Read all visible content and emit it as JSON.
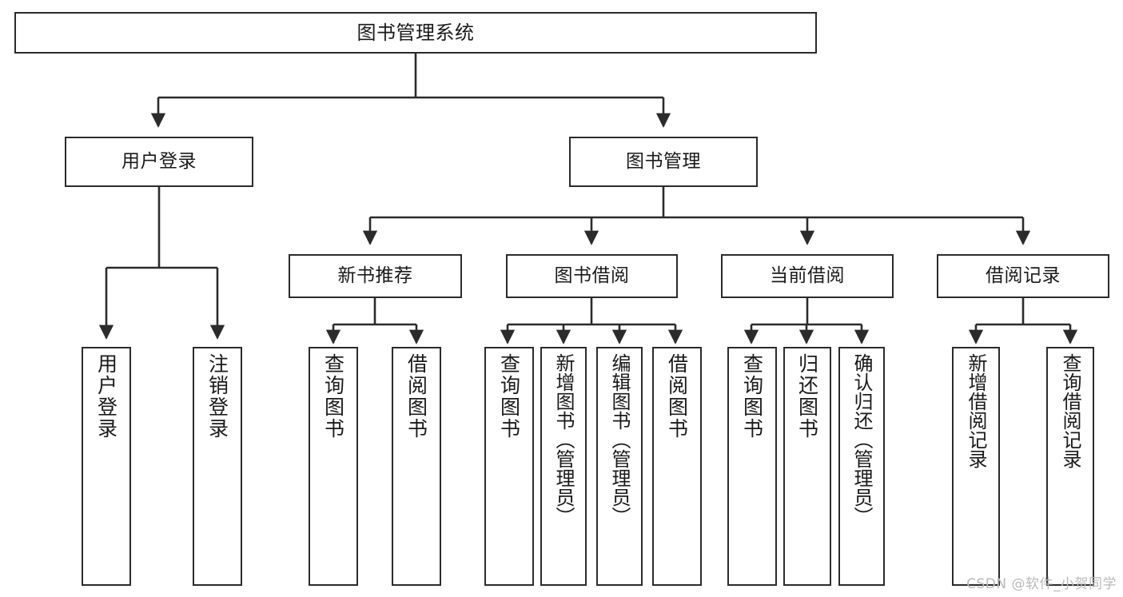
{
  "diagram": {
    "type": "tree-hierarchy",
    "title": "图书管理系统",
    "watermark": "CSDN @软件_小贺同学",
    "line_color": "#2b2b2b",
    "box_fill": "#ffffff",
    "text_color": "#1a1a1a",
    "root": {
      "label": "图书管理系统"
    },
    "level1": [
      {
        "label": "用户登录"
      },
      {
        "label": "图书管理"
      }
    ],
    "level2": [
      {
        "label": "新书推荐"
      },
      {
        "label": "图书借阅"
      },
      {
        "label": "当前借阅"
      },
      {
        "label": "借阅记录"
      }
    ],
    "leaves": {
      "user_login": [
        {
          "label": "用户登录"
        },
        {
          "label": "注销登录"
        }
      ],
      "new_book_recommend": [
        {
          "label": "查询图书"
        },
        {
          "label": "借阅图书"
        }
      ],
      "book_borrow": [
        {
          "label": "查询图书"
        },
        {
          "label": "新增图书（管理员）"
        },
        {
          "label": "编辑图书（管理员）"
        },
        {
          "label": "借阅图书"
        }
      ],
      "current_borrow": [
        {
          "label": "查询图书"
        },
        {
          "label": "归还图书"
        },
        {
          "label": "确认归还（管理员）"
        }
      ],
      "borrow_record": [
        {
          "label": "新增借阅记录"
        },
        {
          "label": "查询借阅记录"
        }
      ]
    }
  }
}
